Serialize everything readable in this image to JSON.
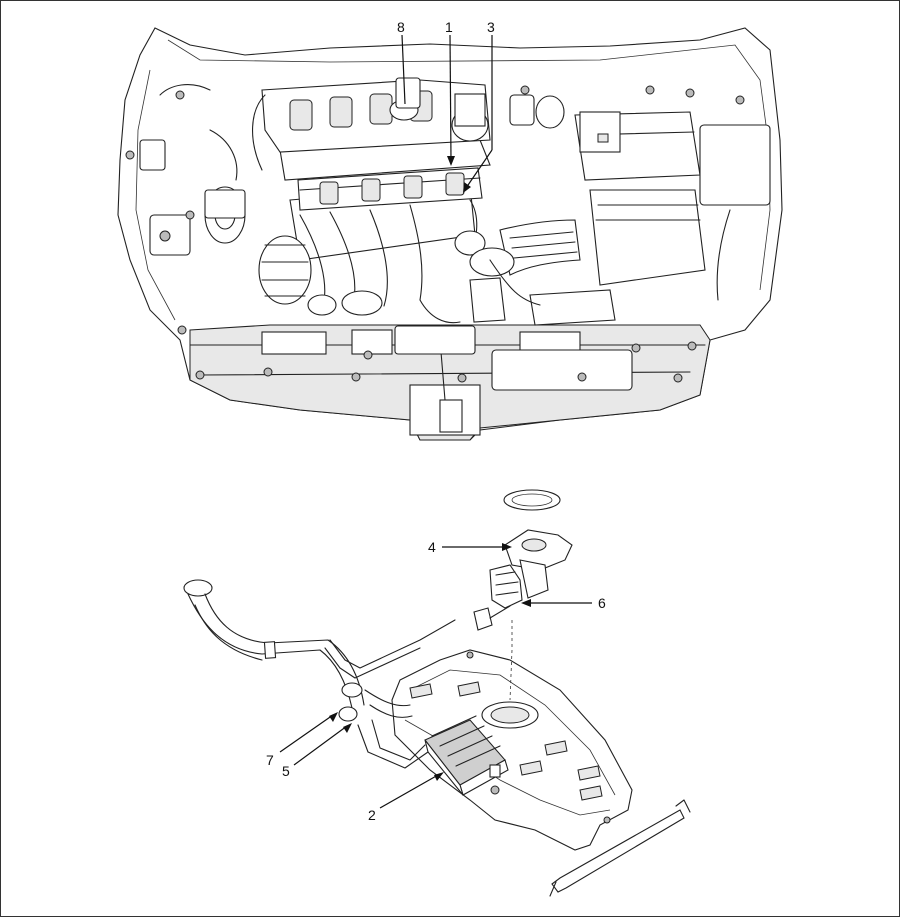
{
  "figure": {
    "callouts": [
      {
        "id": "8",
        "label": "8"
      },
      {
        "id": "1",
        "label": "1"
      },
      {
        "id": "3",
        "label": "3"
      },
      {
        "id": "4",
        "label": "4"
      },
      {
        "id": "6",
        "label": "6"
      },
      {
        "id": "7",
        "label": "7"
      },
      {
        "id": "5",
        "label": "5"
      },
      {
        "id": "2",
        "label": "2"
      }
    ]
  }
}
